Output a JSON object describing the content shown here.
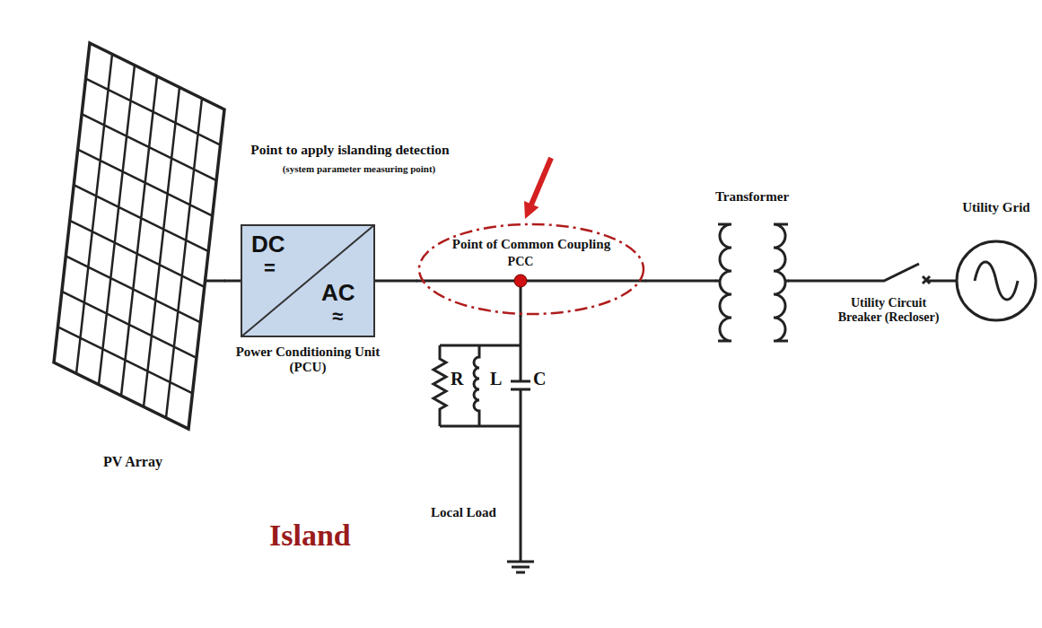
{
  "diagram": {
    "nodes": [
      {
        "text": [
          "Island"
        ]
      },
      {
        "text": [
          "PV Array"
        ],
        "in": 0
      },
      {
        "text": [
          "DC",
          "=",
          "AC",
          "≈",
          "Power Conditioning Unit (PCU)"
        ],
        "in": 0
      },
      {
        "text": [
          "Point of Common Coupling",
          "PCC"
        ],
        "in": 0
      },
      {
        "text": [
          "R",
          "L",
          "C",
          "Local Load"
        ],
        "in": 0
      },
      {
        "text": [
          "Transformer"
        ]
      },
      {
        "text": [
          "Utility Grid"
        ]
      }
    ],
    "edges": [
      {
        "from": 1,
        "to": 2,
        "arrow": "none"
      },
      {
        "from": 2,
        "to": 3,
        "arrow": "none"
      },
      {
        "from": 3,
        "to": 4,
        "arrow": "none"
      },
      {
        "from": 3,
        "to": 5,
        "arrow": "none"
      },
      {
        "from": 5,
        "to": 6,
        "arrow": "none",
        "label": "Utility Circuit Breaker (Recloser)"
      }
    ],
    "labels": [
      "Point to apply islanding detection",
      "(system parameter measuring point)"
    ]
  }
}
